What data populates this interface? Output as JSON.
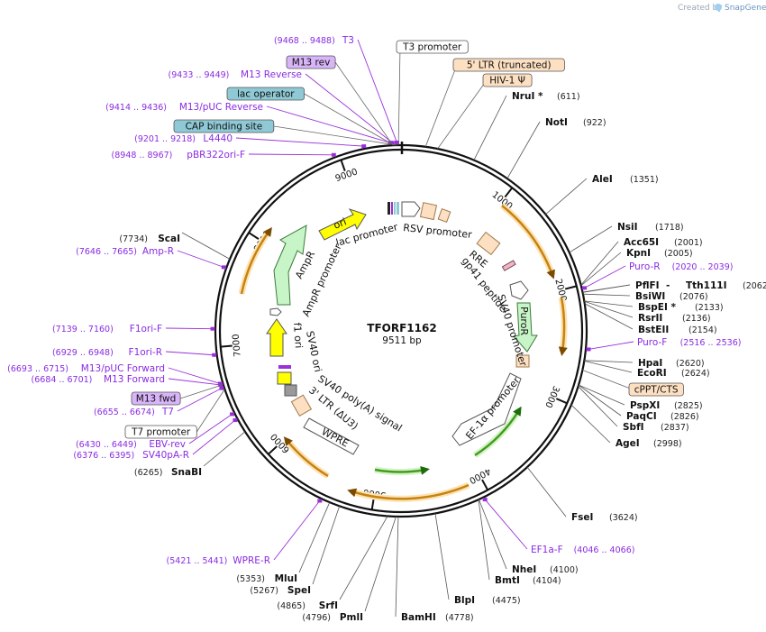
{
  "header": {
    "created_by": "Created by",
    "brand": "SnapGene"
  },
  "plasmid": {
    "name": "TFORF1162",
    "size_label": "9511 bp",
    "length": 9511
  },
  "ticks": [
    {
      "pos": 1000,
      "label": "1000"
    },
    {
      "pos": 2000,
      "label": "2000"
    },
    {
      "pos": 3000,
      "label": "3000"
    },
    {
      "pos": 4000,
      "label": "4000"
    },
    {
      "pos": 5000,
      "label": "5000"
    },
    {
      "pos": 6000,
      "label": "6000"
    },
    {
      "pos": 7000,
      "label": "7000"
    },
    {
      "pos": 8000,
      "label": "8000"
    },
    {
      "pos": 9000,
      "label": "9000"
    }
  ],
  "enzymes_right": [
    {
      "name": "NruI",
      "star": "*",
      "pos": "(611)"
    },
    {
      "name": "NotI",
      "star": "",
      "pos": "(922)"
    },
    {
      "name": "AleI",
      "star": "",
      "pos": "(1351)"
    },
    {
      "name": "NsiI",
      "star": "",
      "pos": "(1718)"
    },
    {
      "name": "Acc65I",
      "star": "",
      "pos": "(2001)"
    },
    {
      "name": "KpnI",
      "star": "",
      "pos": "(2005)"
    },
    {
      "name": "PflFI",
      "star": "",
      "pos": ""
    },
    {
      "name": "Tth111I",
      "star": "",
      "pos": "(2062)"
    },
    {
      "name": "BsiWI",
      "star": "",
      "pos": "(2076)"
    },
    {
      "name": "BspEI",
      "star": "*",
      "pos": "(2133)"
    },
    {
      "name": "RsrII",
      "star": "",
      "pos": "(2136)"
    },
    {
      "name": "BstEII",
      "star": "",
      "pos": "(2154)"
    },
    {
      "name": "HpaI",
      "star": "",
      "pos": "(2620)"
    },
    {
      "name": "EcoRI",
      "star": "",
      "pos": "(2624)"
    },
    {
      "name": "PspXI",
      "star": "",
      "pos": "(2825)"
    },
    {
      "name": "PaqCI",
      "star": "",
      "pos": "(2826)"
    },
    {
      "name": "SbfI",
      "star": "",
      "pos": "(2837)"
    },
    {
      "name": "AgeI",
      "star": "",
      "pos": "(2998)"
    },
    {
      "name": "FseI",
      "star": "",
      "pos": "(3624)"
    },
    {
      "name": "NheI",
      "star": "",
      "pos": "(4100)"
    },
    {
      "name": "BmtI",
      "star": "",
      "pos": "(4104)"
    },
    {
      "name": "BlpI",
      "star": "",
      "pos": "(4475)"
    },
    {
      "name": "BamHI",
      "star": "",
      "pos": "(4778)"
    }
  ],
  "enzymes_left": [
    {
      "name": "ScaI",
      "pos": "(7734)"
    },
    {
      "name": "SnaBI",
      "pos": "(6265)"
    },
    {
      "name": "MluI",
      "pos": "(5353)"
    },
    {
      "name": "SpeI",
      "pos": "(5267)"
    },
    {
      "name": "SrfI",
      "pos": "(4865)"
    },
    {
      "name": "PmlI",
      "pos": "(4796)"
    }
  ],
  "primers": [
    {
      "name": "T3",
      "pos": "(9468 .. 9488)"
    },
    {
      "name": "M13 Reverse",
      "pos": "(9433 .. 9449)"
    },
    {
      "name": "M13/pUC Reverse",
      "pos": "(9414 .. 9436)"
    },
    {
      "name": "L4440",
      "pos": "(9201 .. 9218)"
    },
    {
      "name": "pBR322ori-F",
      "pos": "(8948 .. 8967)"
    },
    {
      "name": "Amp-R",
      "pos": "(7646 .. 7665)"
    },
    {
      "name": "F1ori-F",
      "pos": "(7139 .. 7160)"
    },
    {
      "name": "F1ori-R",
      "pos": "(6929 .. 6948)"
    },
    {
      "name": "M13/pUC Forward",
      "pos": "(6693 .. 6715)"
    },
    {
      "name": "M13 Forward",
      "pos": "(6684 .. 6701)"
    },
    {
      "name": "T7",
      "pos": "(6655 .. 6674)"
    },
    {
      "name": "EBV-rev",
      "pos": "(6430 .. 6449)"
    },
    {
      "name": "SV40pA-R",
      "pos": "(6376 .. 6395)"
    },
    {
      "name": "WPRE-R",
      "pos": "(5421 .. 5441)"
    },
    {
      "name": "Puro-R",
      "pos": "(2020 .. 2039)"
    },
    {
      "name": "Puro-F",
      "pos": "(2516 .. 2536)"
    },
    {
      "name": "EF1a-F",
      "pos": "(4046 .. 4066)"
    }
  ],
  "boxed_labels": [
    {
      "name": "T3 promoter",
      "fill": "#ffffff"
    },
    {
      "name": "M13 rev",
      "fill": "#d8b4f8"
    },
    {
      "name": "lac operator",
      "fill": "#8fc9d6"
    },
    {
      "name": "CAP binding site",
      "fill": "#8fc9d6"
    },
    {
      "name": "5' LTR (truncated)",
      "fill": "#fde0c2"
    },
    {
      "name": "HIV-1 Ψ",
      "fill": "#fde0c2"
    },
    {
      "name": "cPPT/CTS",
      "fill": "#fde0c2"
    },
    {
      "name": "M13 fwd",
      "fill": "#d8b4f8"
    },
    {
      "name": "T7 promoter",
      "fill": "#ffffff"
    }
  ],
  "feature_labels": [
    "ori",
    "lac promoter",
    "RSV promoter",
    "RRE",
    "gp41 peptide",
    "SV40 promoter",
    "PuroR",
    "EF-1α promoter",
    "WPRE",
    "3' LTR (ΔU3)",
    "SV40 poly(A) signal",
    "SV40 ori",
    "f1 ori",
    "AmpR promoter",
    "AmpR"
  ],
  "colors": {
    "orf_arrow": "#f0a830",
    "orf_glow": "#fbe3b4",
    "green_orf": "#4caf2a",
    "green_glow": "#d6f2c8",
    "primer": "#9b30d9",
    "ltr": "#fde0c2",
    "ori": "#ffff00",
    "resistance": "#c8f5c8"
  }
}
